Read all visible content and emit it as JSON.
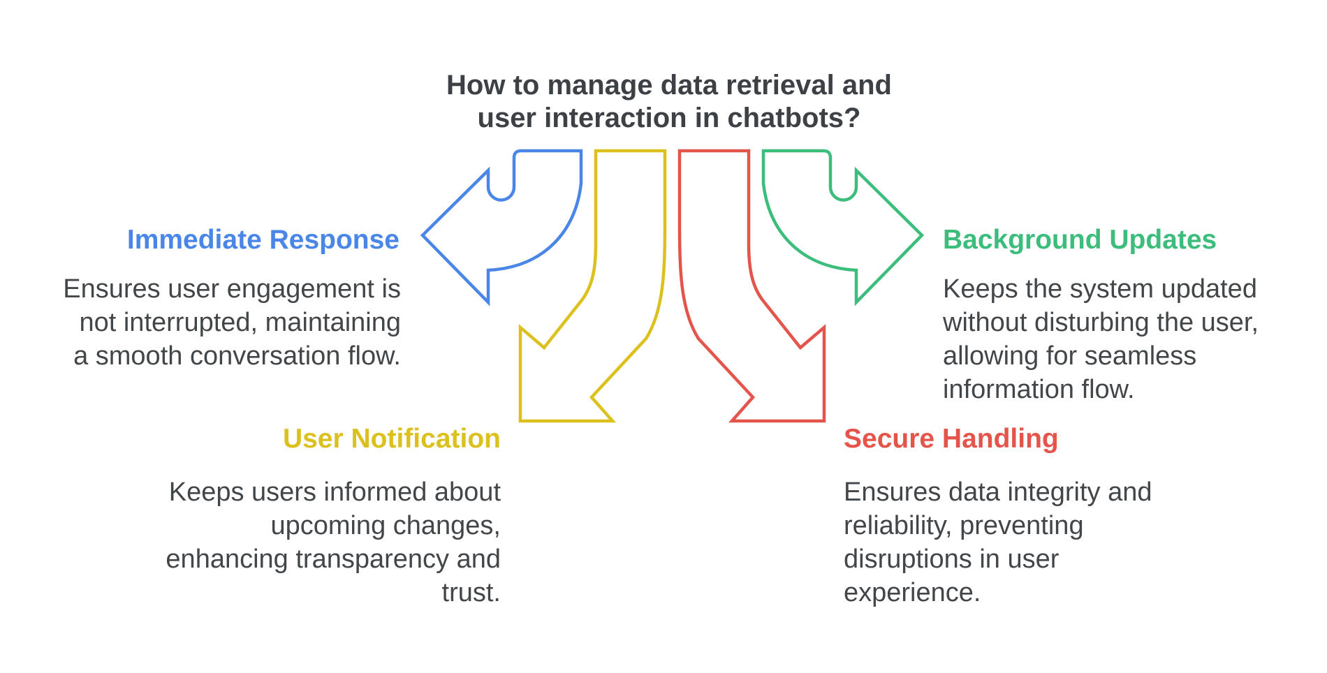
{
  "page": {
    "background_color": "#ffffff",
    "body_text_color": "#434649",
    "title_text_color": "#3d4145"
  },
  "title": {
    "text": "How to manage data retrieval and\nuser interaction in chatbots?"
  },
  "sections": [
    {
      "id": "immediate-response",
      "title": "Immediate Response",
      "color": "#4a86e8",
      "body": "Ensures user engagement is\nnot interrupted, maintaining\na smooth conversation flow.",
      "arrow": "curved-arrow-pointing-left"
    },
    {
      "id": "user-notification",
      "title": "User Notification",
      "color": "#dcc11e",
      "body": "Keeps users informed about\nupcoming changes,\nenhancing transparency and\ntrust.",
      "arrow": "curved-arrow-pointing-down-left"
    },
    {
      "id": "background-updates",
      "title": "Background Updates",
      "color": "#3cbd7c",
      "body": "Keeps the system updated\nwithout disturbing the user,\nallowing for seamless\ninformation flow.",
      "arrow": "curved-arrow-pointing-right"
    },
    {
      "id": "secure-handling",
      "title": "Secure Handling",
      "color": "#e4544b",
      "body": "Ensures data integrity and\nreliability, preventing\ndisruptions in user\nexperience.",
      "arrow": "curved-arrow-pointing-down-right"
    }
  ]
}
